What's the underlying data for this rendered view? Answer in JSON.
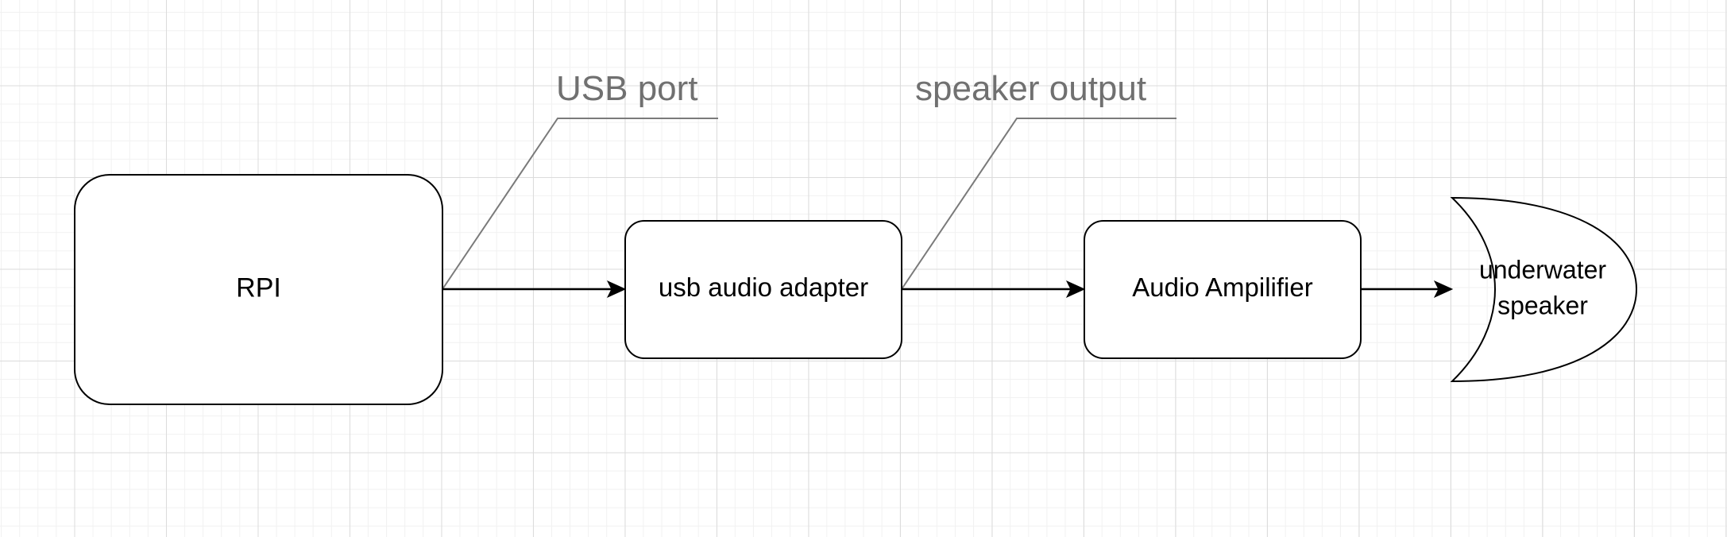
{
  "nodes": {
    "rpi": "RPI",
    "usb_adapter": "usb audio adapter",
    "amplifier": "Audio Ampilifier",
    "speaker": {
      "line1": "underwater",
      "line2": "speaker"
    }
  },
  "callouts": {
    "usb_port": "USB port",
    "speaker_output": "speaker output"
  },
  "colors": {
    "node_stroke": "#000000",
    "node_fill": "#ffffff",
    "callout_text": "#707070",
    "callout_line": "#7a7a7a",
    "grid_major": "#dcdcdc",
    "grid_minor": "#f1f1f1"
  }
}
